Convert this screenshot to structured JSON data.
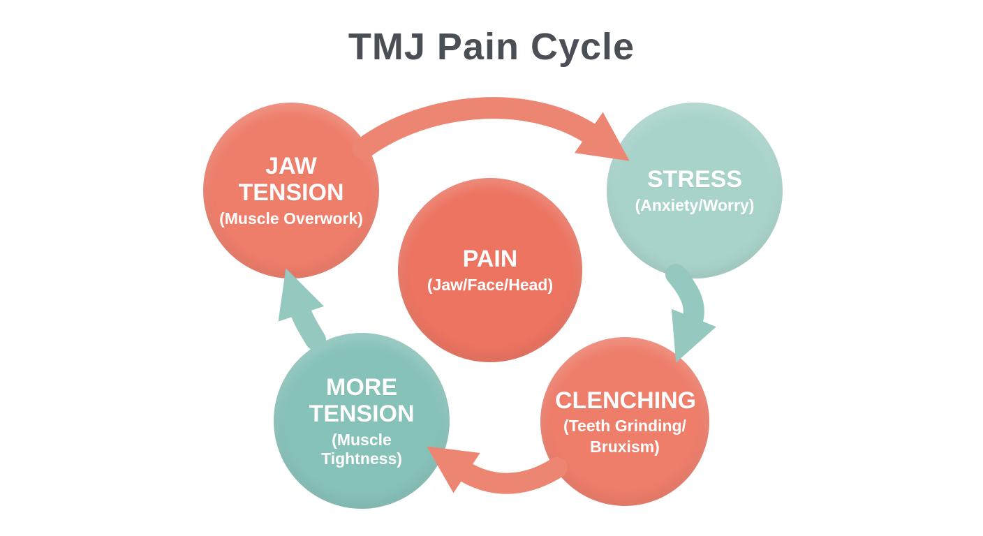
{
  "title": "TMJ Pain Cycle",
  "colors": {
    "coral": "#ee7d6a",
    "coral_deep": "#ec7461",
    "teal_light": "#a8d3cb",
    "teal_deep": "#87c2b9",
    "arrow_coral": "#ec8672",
    "arrow_teal": "#95c8bf",
    "title_text": "#4a4f55",
    "node_text": "#ffffff"
  },
  "nodes": {
    "jaw_tension": {
      "label": "JAW TENSION",
      "sublabel": "(Muscle Overwork)"
    },
    "stress": {
      "label": "STRESS",
      "sublabel": "(Anxiety/Worry)"
    },
    "pain": {
      "label": "PAIN",
      "sublabel": "(Jaw/Face/Head)"
    },
    "clenching": {
      "label": "CLENCHING",
      "sublabel": "(Teeth Grinding/",
      "sublabel2": "Bruxism)"
    },
    "more_tension": {
      "label": "MORE TENSION",
      "sublabel": "(Muscle Tightness)"
    }
  }
}
